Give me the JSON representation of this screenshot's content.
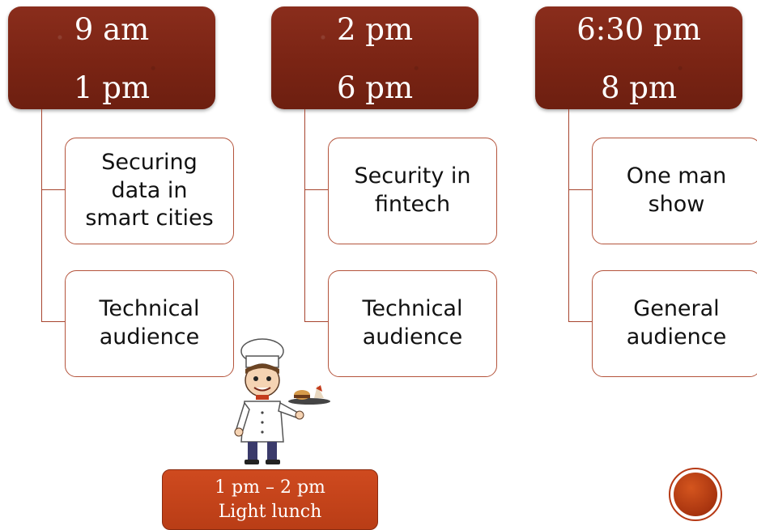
{
  "columns": [
    {
      "time_start": "9 am",
      "time_end": "1 pm",
      "boxes": [
        "Securing\ndata in\nsmart cities",
        "Technical\naudience"
      ]
    },
    {
      "time_start": "2 pm",
      "time_end": "6 pm",
      "boxes": [
        "Security in\nfintech",
        "Technical\naudience"
      ]
    },
    {
      "time_start": "6:30 pm",
      "time_end": "8 pm",
      "boxes": [
        "One man\nshow",
        "General\naudience"
      ]
    }
  ],
  "lunch": {
    "time": "1 pm – 2 pm",
    "label": "Light lunch"
  },
  "colors": {
    "header": "#7a2414",
    "connector": "#a7452f",
    "lunch": "#c4441b",
    "accent": "#b63a16"
  },
  "icons": {
    "chef": "chef-icon",
    "orb": "circle-icon"
  }
}
